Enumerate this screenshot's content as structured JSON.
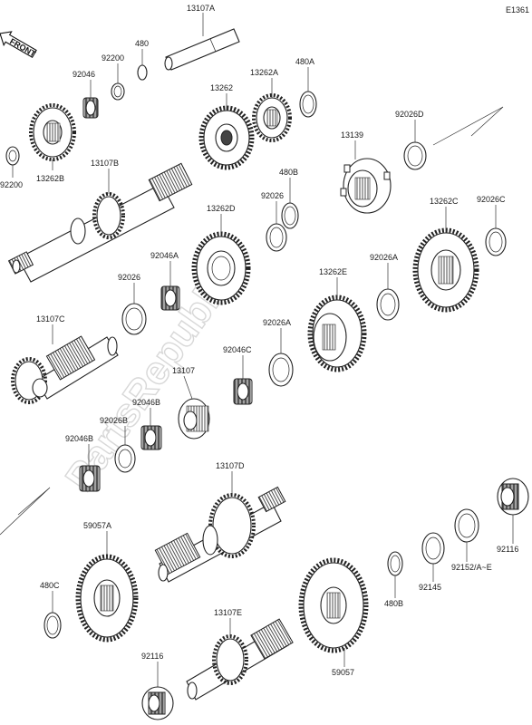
{
  "diagram_code": "E1361",
  "front_label": "FRONT",
  "watermark": "PartsRepublik",
  "parts": [
    {
      "label": "13107A"
    },
    {
      "label": "92200"
    },
    {
      "label": "480"
    },
    {
      "label": "92046"
    },
    {
      "label": "92200"
    },
    {
      "label": "13262B"
    },
    {
      "label": "13262"
    },
    {
      "label": "13262A"
    },
    {
      "label": "480A"
    },
    {
      "label": "13107B"
    },
    {
      "label": "13139"
    },
    {
      "label": "92026D"
    },
    {
      "label": "480B"
    },
    {
      "label": "92026"
    },
    {
      "label": "13262D"
    },
    {
      "label": "13262C"
    },
    {
      "label": "92026C"
    },
    {
      "label": "92046A"
    },
    {
      "label": "92026"
    },
    {
      "label": "13262E"
    },
    {
      "label": "92026A"
    },
    {
      "label": "13107C"
    },
    {
      "label": "92026A"
    },
    {
      "label": "92046C"
    },
    {
      "label": "13107"
    },
    {
      "label": "92046B"
    },
    {
      "label": "92026B"
    },
    {
      "label": "92046B"
    },
    {
      "label": "13107D"
    },
    {
      "label": "59057A"
    },
    {
      "label": "92116"
    },
    {
      "label": "92152/A~E"
    },
    {
      "label": "92145"
    },
    {
      "label": "480C"
    },
    {
      "label": "480B"
    },
    {
      "label": "13107E"
    },
    {
      "label": "59057"
    },
    {
      "label": "92116"
    }
  ]
}
